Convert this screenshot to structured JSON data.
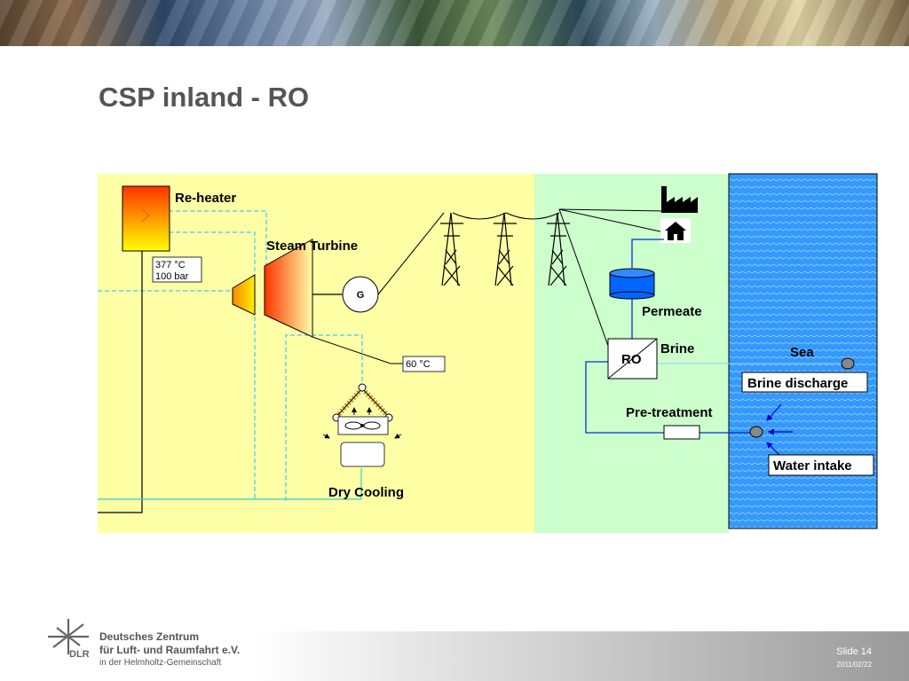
{
  "slide": {
    "title": "CSP inland - RO"
  },
  "labels": {
    "reheater": "Re-heater",
    "steam_turbine": "Steam Turbine",
    "generator": "G",
    "steam_temp": "377 °C",
    "steam_pressure": "100 bar",
    "cooling_temp": "60 °C",
    "dry_cooling": "Dry Cooling",
    "permeate": "Permeate",
    "ro": "RO",
    "brine": "Brine",
    "sea": "Sea",
    "brine_discharge": "Brine discharge",
    "pre_treatment": "Pre-treatment",
    "water_intake": "Water intake"
  },
  "footer": {
    "logo_text": "DLR",
    "org_line1": "Deutsches Zentrum",
    "org_line2": "für Luft- und Raumfahrt e.V.",
    "org_line3": "in der Helmholtz-Gemeinschaft",
    "slide_number": "Slide 14",
    "date": "2011/02/22"
  },
  "colors": {
    "power_zone": "#ffffa6",
    "desal_zone": "#ccffcc",
    "sea": "#3399ff",
    "dashed_line": "#33ccff",
    "water_line": "#0033cc"
  },
  "icons": [
    "factory-icon",
    "house-icon",
    "transmission-tower-icon",
    "fan-icon",
    "dlr-logo-icon"
  ]
}
